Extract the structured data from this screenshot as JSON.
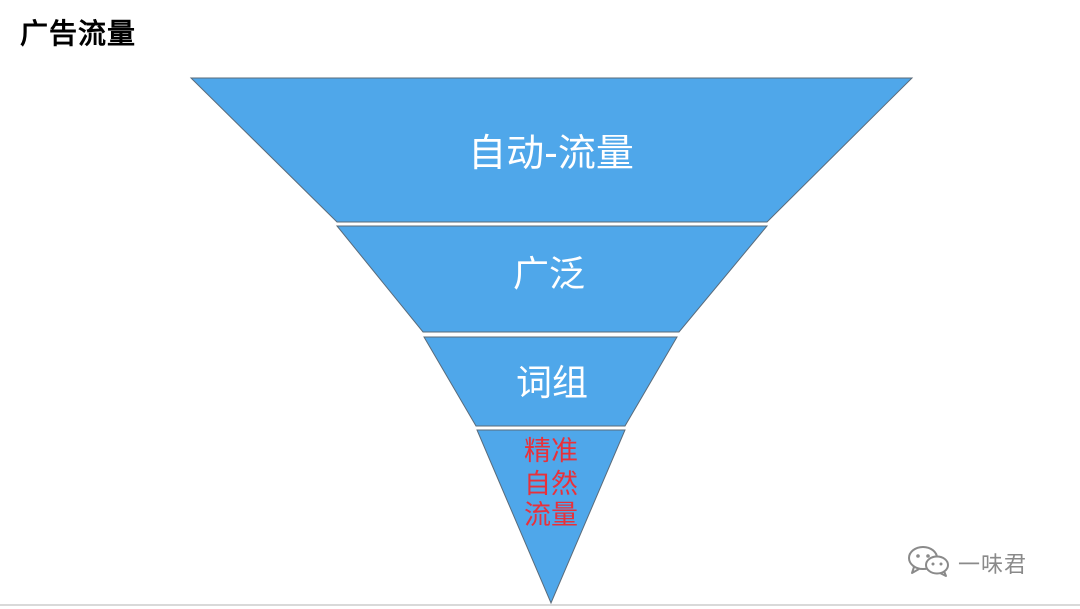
{
  "page": {
    "title": "广告流量"
  },
  "funnel": {
    "fill_color": "#4FA7EA",
    "stroke_color": "#5a6b7a",
    "accent_color": "#E8313B",
    "levels": [
      {
        "label_lines": [
          "自动-流量"
        ],
        "accent": false
      },
      {
        "label_lines": [
          "广泛"
        ],
        "accent": false
      },
      {
        "label_lines": [
          "词组"
        ],
        "accent": false
      },
      {
        "label_lines": [
          "精准",
          "自然",
          "流量"
        ],
        "accent": true
      }
    ]
  },
  "watermark": {
    "icon": "wechat-icon",
    "text": "一味君"
  }
}
